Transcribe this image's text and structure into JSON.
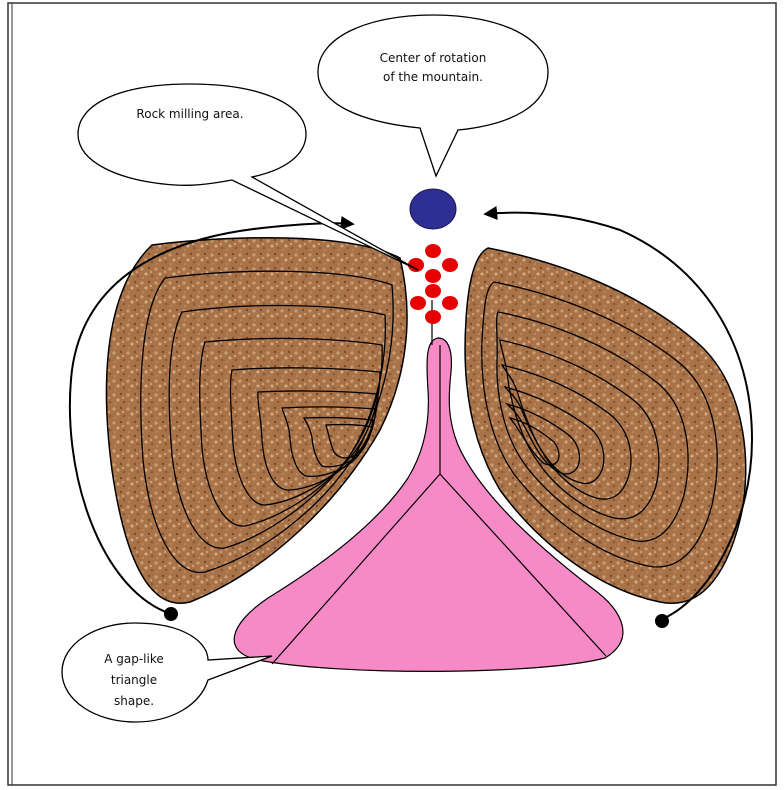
{
  "callouts": {
    "center_of_rotation": [
      "Center of rotation",
      "of the mountain."
    ],
    "rock_milling": [
      "Rock milling  area."
    ],
    "gap_triangle": [
      "A gap-like",
      "triangle",
      "shape."
    ]
  },
  "colors": {
    "rock_fill": "#a9734a",
    "rock_speckle": "#c99d72",
    "rock_dark": "#7a4a2a",
    "pink_fill": "#f68ac6",
    "center_dot": "#2e2e93",
    "milling_dots": "#e60000",
    "line": "#000000",
    "frame": "#333333"
  },
  "icons": {
    "center": "blue-circle",
    "milling": "red-ovals",
    "arrow_ends": "black-dots"
  }
}
